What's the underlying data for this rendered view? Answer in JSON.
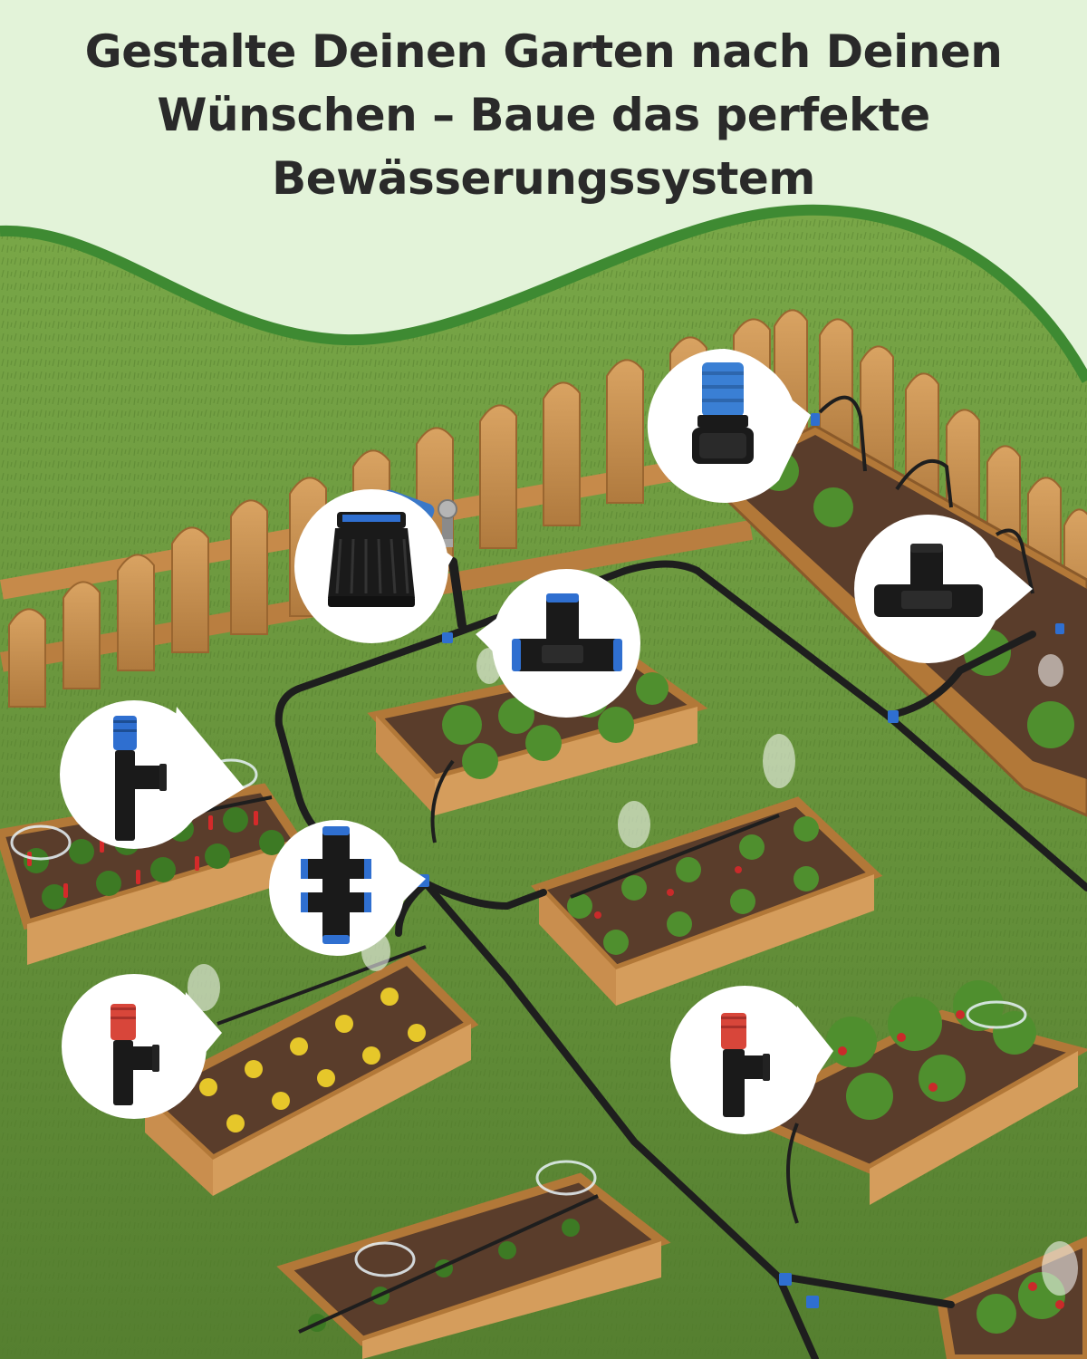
{
  "headline": {
    "line1": "Gestalte Deinen Garten nach Deinen",
    "line2": "Wünschen – Baue das perfekte",
    "line3": "Bewässerungssystem"
  },
  "colors": {
    "header_bg": "#e3f3d9",
    "wave_border": "#3e8a32",
    "grass": "#6f9a40",
    "wood": "#c98e4e",
    "soil": "#5a3d2b",
    "hose": "#1e1e1e",
    "accent_blue": "#2f6fd0",
    "accent_red": "#d8463a",
    "text": "#2a2a2a"
  },
  "callouts": [
    {
      "name": "quick-connector-callout",
      "part": "blue-end-cap-icon"
    },
    {
      "name": "tap-adapter-callout",
      "part": "hose-adapter-icon"
    },
    {
      "name": "tee-connector-callout",
      "part": "tee-connector-icon"
    },
    {
      "name": "tee-connector-right-callout",
      "part": "tee-connector-icon"
    },
    {
      "name": "blue-sprinkler-stake-callout",
      "part": "sprinkler-stake-blue-icon"
    },
    {
      "name": "four-way-connector-callout",
      "part": "four-way-connector-icon"
    },
    {
      "name": "red-sprinkler-stake-callout",
      "part": "sprinkler-stake-red-icon"
    },
    {
      "name": "red-sprinkler-stake-right-callout",
      "part": "sprinkler-stake-red-icon"
    }
  ]
}
